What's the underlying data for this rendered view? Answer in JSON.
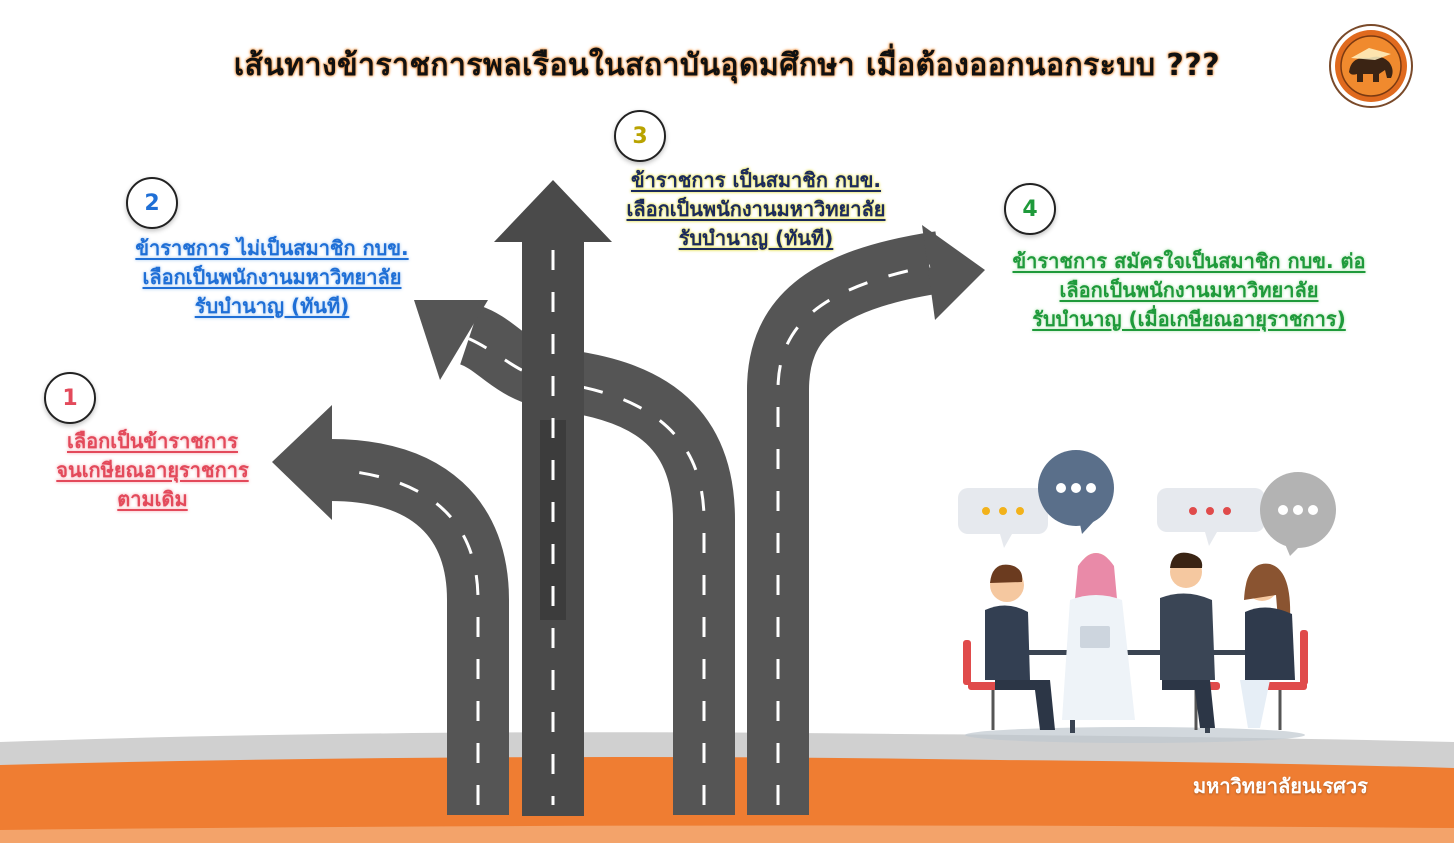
{
  "title": "เส้นทางข้าราชการพลเรือนในสถาบันอุดมศึกษา เมื่อต้องออกนอกระบบ ???",
  "options": [
    {
      "number": "1",
      "lines": [
        "เลือกเป็นข้าราชการ",
        "จนเกษียณอายุราชการ",
        "ตามเดิม"
      ]
    },
    {
      "number": "2",
      "lines": [
        "ข้าราชการ ไม่เป็นสมาชิก กบข.",
        "เลือกเป็นพนักงานมหาวิทยาลัย",
        "รับบำนาญ (ทันที)"
      ]
    },
    {
      "number": "3",
      "lines": [
        "ข้าราชการ เป็นสมาชิก กบข.",
        "เลือกเป็นพนักงานมหาวิทยาลัย",
        "รับบำนาญ (ทันที)"
      ]
    },
    {
      "number": "4",
      "lines": [
        "ข้าราชการ สมัครใจเป็นสมาชิก กบข. ต่อ",
        "เลือกเป็นพนักงานมหาวิทยาลัย",
        "รับบำนาญ (เมื่อเกษียณอายุราชการ)"
      ]
    }
  ],
  "footer": {
    "university": "มหาวิทยาลัยนเรศวร"
  },
  "colors": {
    "orange": "#ef7d32",
    "road": "#555555",
    "option1": "#e34a5b",
    "option2": "#1f6fd6",
    "option3": "#1b2a5c",
    "option4": "#1f9a3b"
  },
  "icons": [
    "university-seal-icon",
    "road-arrow-icon",
    "speech-bubble-icon",
    "meeting-people-illustration"
  ]
}
